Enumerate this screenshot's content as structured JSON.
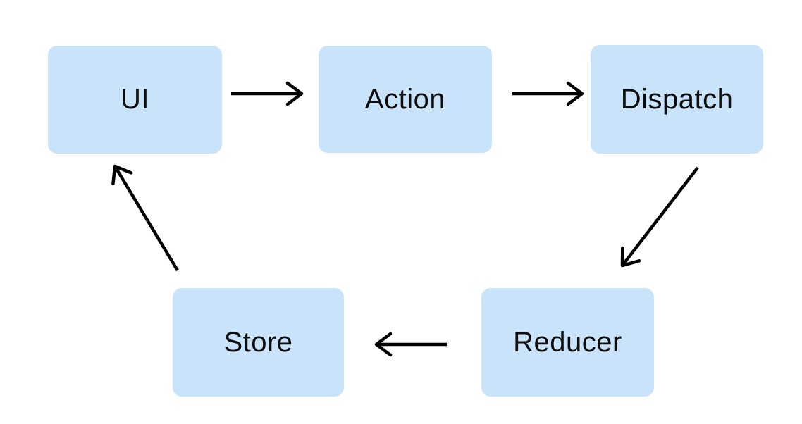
{
  "diagram": {
    "type": "flow-cycle",
    "nodes": [
      {
        "id": "ui",
        "label": "UI"
      },
      {
        "id": "action",
        "label": "Action"
      },
      {
        "id": "dispatch",
        "label": "Dispatch"
      },
      {
        "id": "reducer",
        "label": "Reducer"
      },
      {
        "id": "store",
        "label": "Store"
      }
    ],
    "edges": [
      {
        "from": "UI",
        "to": "Action"
      },
      {
        "from": "Action",
        "to": "Dispatch"
      },
      {
        "from": "Dispatch",
        "to": "Reducer"
      },
      {
        "from": "Reducer",
        "to": "Store"
      },
      {
        "from": "Store",
        "to": "UI"
      }
    ],
    "colors": {
      "node_fill": "#c9e3fa",
      "arrow": "#000000",
      "text": "#0d0d0d",
      "background": "#ffffff"
    }
  }
}
